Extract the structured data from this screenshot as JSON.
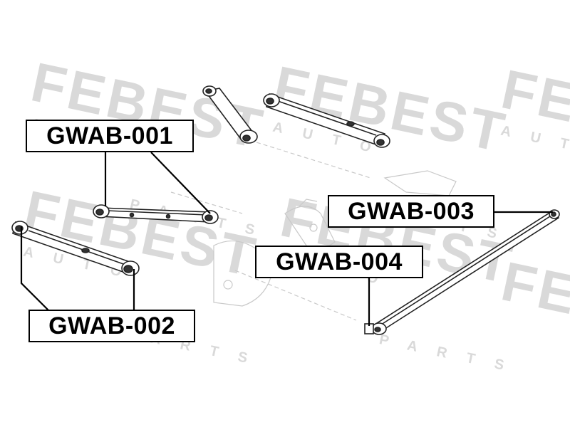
{
  "watermark": {
    "brand": "FEBEST",
    "line_a": "AUTO",
    "line_b": "PARTS",
    "color": "#d4d4d4"
  },
  "callouts": [
    {
      "code": "GWAB-001"
    },
    {
      "code": "GWAB-002"
    },
    {
      "code": "GWAB-003"
    },
    {
      "code": "GWAB-004"
    }
  ],
  "colors": {
    "line": "#000000",
    "part_outline": "#222222",
    "faint_outline": "#c8c8c8"
  }
}
